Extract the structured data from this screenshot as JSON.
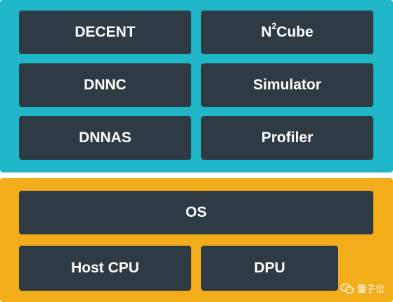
{
  "diagram": {
    "top_layer": {
      "color": "#1fb7c7",
      "blocks": [
        {
          "label": "DECENT"
        },
        {
          "label_base": "N",
          "label_sup": "2",
          "label_rest": "Cube"
        },
        {
          "label": "DNNC"
        },
        {
          "label": "Simulator"
        },
        {
          "label": "DNNAS"
        },
        {
          "label": "Profiler"
        }
      ]
    },
    "bottom_layer": {
      "color": "#f3ad1b",
      "blocks": [
        {
          "label": "OS"
        },
        {
          "label": "Host CPU"
        },
        {
          "label": "DPU"
        }
      ]
    },
    "block_color": "#2f3b44",
    "watermark": {
      "text": "量子位",
      "icon": "wechat-icon"
    }
  }
}
